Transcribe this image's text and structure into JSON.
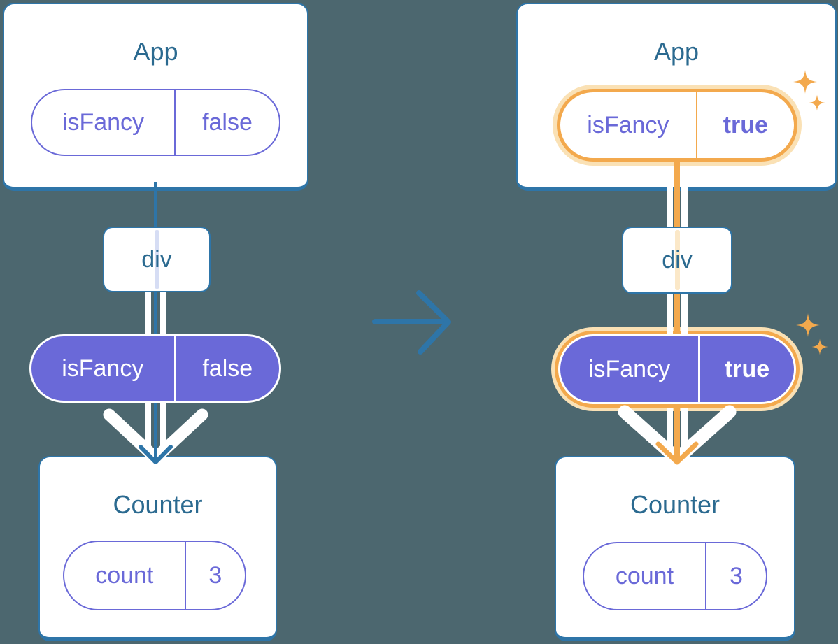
{
  "colors": {
    "background": "#4C676F",
    "card_bg": "#FFFFFF",
    "line_blue": "#2E75A8",
    "title_blue": "#2B6A90",
    "purple": "#6A69D8",
    "orange": "#F3A94D",
    "orange_glow": "#FAE1B5",
    "faint_blue_line": "#D6DDF4",
    "faint_orange_line": "#FBE8C8",
    "flow_white": "#FFFFFF"
  },
  "icons": {
    "transition_arrow": "arrow-right-icon",
    "highlight": "sparkle-icon"
  },
  "panels": {
    "before": {
      "app_title": "App",
      "app_state": {
        "name": "isFancy",
        "value": "false"
      },
      "div_label": "div",
      "passed_prop": {
        "name": "isFancy",
        "value": "false"
      },
      "counter_title": "Counter",
      "counter_state": {
        "name": "count",
        "value": "3"
      }
    },
    "after": {
      "app_title": "App",
      "app_state": {
        "name": "isFancy",
        "value": "true"
      },
      "div_label": "div",
      "passed_prop": {
        "name": "isFancy",
        "value": "true"
      },
      "counter_title": "Counter",
      "counter_state": {
        "name": "count",
        "value": "3"
      }
    }
  }
}
